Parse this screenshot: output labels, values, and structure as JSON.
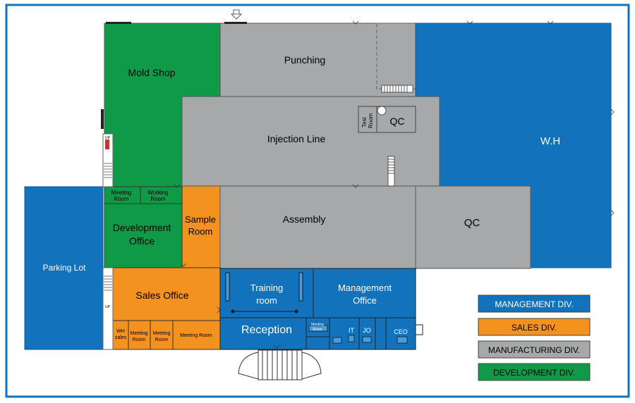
{
  "colors": {
    "management": "#1372bc",
    "sales": "#f3921e",
    "manufacturing": "#a7a8aa",
    "development": "#0f9a48",
    "frame": "#1372bc",
    "wall": "#5a5a5a"
  },
  "rooms": {
    "mold_shop": "Mold Shop",
    "punching": "Punching",
    "injection_line": "Injection Line",
    "test_room_1": "Test",
    "test_room_2": "Room",
    "qc_small": "QC",
    "wh": "W.H",
    "qc_large": "QC",
    "assembly": "Assembly",
    "sample_room_1": "Sample",
    "sample_room_2": "Room",
    "meeting_room_dev_1": "Meeting",
    "meeting_room_dev_2": "Room",
    "working_room_1": "Working",
    "working_room_2": "Room",
    "development_office_1": "Development",
    "development_office_2": "Office",
    "parking_lot": "Parking Lot",
    "sales_office": "Sales Office",
    "wh_sales_1": "WH",
    "wh_sales_2": "sales",
    "meeting_room_s1_1": "Meeting",
    "meeting_room_s1_2": "Room",
    "meeting_room_s2_1": "Meeting",
    "meeting_room_s2_2": "Room",
    "meeting_room_s3": "Meeting Room",
    "training_room_1": "Training",
    "training_room_2": "room",
    "management_office_1": "Management",
    "management_office_2": "Office",
    "reception": "Reception",
    "meeting_room_mgmt_1": "Meeting",
    "meeting_room_mgmt_2": "Room",
    "it": "IT",
    "jo": "JO",
    "ceo": "CEO",
    "stair_up_1": "UP",
    "stair_up_2": "UP"
  },
  "legend": [
    {
      "label": "MANAGEMENT DIV.",
      "color": "#1372bc",
      "text_color": "#ffffff"
    },
    {
      "label": "SALES DIV.",
      "color": "#f3921e",
      "text_color": "#000000"
    },
    {
      "label": "MANUFACTURING DIV.",
      "color": "#a7a8aa",
      "text_color": "#000000"
    },
    {
      "label": "DEVELOPMENT DIV.",
      "color": "#0f9a48",
      "text_color": "#000000"
    }
  ]
}
